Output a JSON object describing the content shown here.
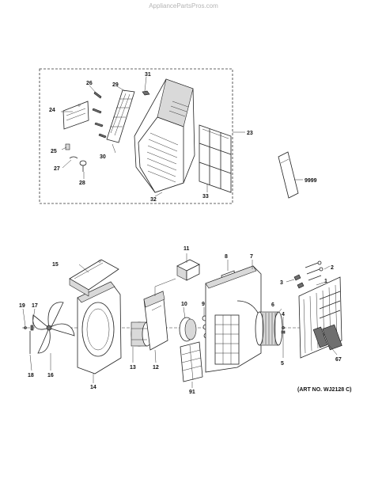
{
  "header": {
    "site": "AppliancePartsPros.com"
  },
  "footer": {
    "art_number": "(ART NO. WJ2128 C)"
  },
  "labels": {
    "p1": "1",
    "p2": "2",
    "p3": "3",
    "p4": "4",
    "p5": "5",
    "p6": "6",
    "p7": "7",
    "p8": "8",
    "p9": "9",
    "p10": "10",
    "p11": "11",
    "p12": "12",
    "p13": "13",
    "p14": "14",
    "p15": "15",
    "p16": "16",
    "p17": "17",
    "p18": "18",
    "p19": "19",
    "p23": "23",
    "p24": "24",
    "p25": "25",
    "p26": "26",
    "p27": "27",
    "p28": "28",
    "p29": "29",
    "p30": "30",
    "p31": "31",
    "p32": "32",
    "p33": "33",
    "p67": "67",
    "p91": "91",
    "p9999": "9999"
  }
}
